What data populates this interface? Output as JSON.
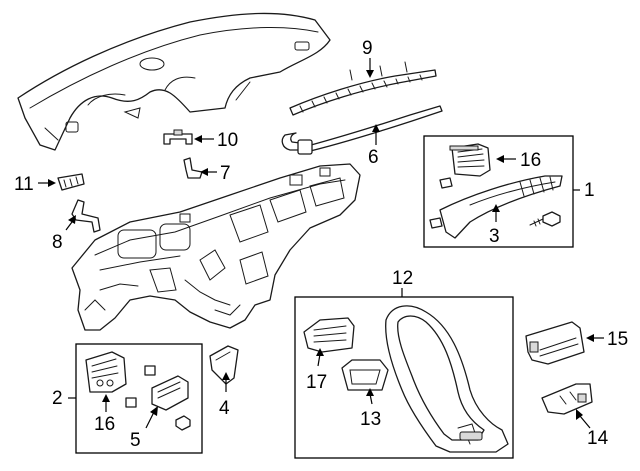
{
  "callouts": [
    {
      "id": "c1",
      "label": "1"
    },
    {
      "id": "c2",
      "label": "2"
    },
    {
      "id": "c3",
      "label": "3"
    },
    {
      "id": "c4",
      "label": "4"
    },
    {
      "id": "c5",
      "label": "5"
    },
    {
      "id": "c6",
      "label": "6"
    },
    {
      "id": "c7",
      "label": "7"
    },
    {
      "id": "c8",
      "label": "8"
    },
    {
      "id": "c9",
      "label": "9"
    },
    {
      "id": "c10",
      "label": "10"
    },
    {
      "id": "c11",
      "label": "11"
    },
    {
      "id": "c12",
      "label": "12"
    },
    {
      "id": "c13",
      "label": "13"
    },
    {
      "id": "c14",
      "label": "14"
    },
    {
      "id": "c15",
      "label": "15"
    },
    {
      "id": "c16a",
      "label": "16"
    },
    {
      "id": "c16b",
      "label": "16"
    },
    {
      "id": "c17",
      "label": "17"
    }
  ],
  "colors": {
    "line": "#1a1a1a",
    "background": "#ffffff"
  }
}
